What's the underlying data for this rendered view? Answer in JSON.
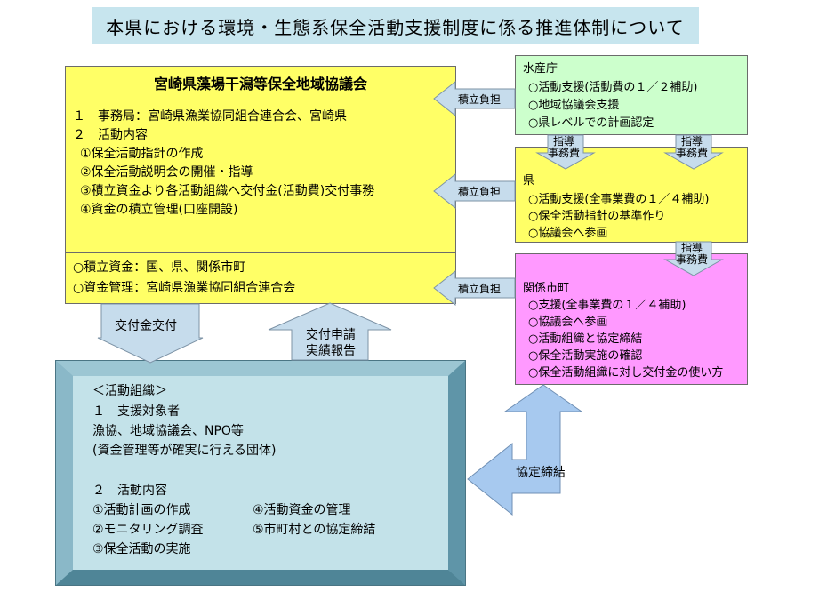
{
  "title": "本県における環境・生態系保全活動支援制度に係る推進体制について",
  "council": {
    "name": "宮崎県藻場干潟等保全地域協議会",
    "lines": [
      "１　事務局：宮崎県漁業協同組合連合会、宮崎県",
      "２　活動内容",
      "①保全活動指針の作成",
      "②保全活動説明会の開催・指導",
      "③積立資金より各活動組織へ交付金(活動費)交付事務",
      "④資金の積立管理(口座開設)"
    ],
    "fund_lines": [
      "○積立資金：国、県、関係市町",
      "○資金管理：宮崎県漁業協同組合連合会"
    ]
  },
  "fisheries_agency": {
    "name": "水産庁",
    "lines": [
      "○活動支援(活動費の１／２補助)",
      "○地域協議会支援",
      "○県レベルでの計画認定"
    ]
  },
  "prefecture": {
    "name": "県",
    "lines": [
      "○活動支援(全事業費の１／４補助)",
      "○保全活動指針の基準作り",
      "○協議会へ参画"
    ]
  },
  "municipality": {
    "name": "関係市町",
    "lines": [
      "○支援(全事業費の１／４補助)",
      "○協議会へ参画",
      "○活動組織と協定締結",
      "○保全活動実施の確認",
      "○保全活動組織に対し交付金の使い方"
    ]
  },
  "activity_org": {
    "lines": [
      "＜活動組織＞",
      "１　支援対象者",
      "漁協、地域協議会、NPO等",
      "(資金管理等が確実に行える団体)",
      "２　活動内容"
    ],
    "items_left": [
      "①活動計画の作成",
      "②モニタリング調査",
      "③保全活動の実施"
    ],
    "items_right": [
      "④活動資金の管理",
      "⑤市町村との協定締結"
    ]
  },
  "arrows": {
    "accumulate": "積立負担",
    "guidance_line1": "指導",
    "guidance_line2": "事務費",
    "grant": "交付金交付",
    "apply_line1": "交付申請",
    "apply_line2": "実績報告",
    "agreement": "協定締結"
  },
  "colors": {
    "council": "#ffff66",
    "agency": "#ccffcc",
    "municipality": "#ff99ff",
    "arrow_fill": "#c6dcec",
    "agreement_arrow": "#a7c9ef",
    "title_bg": "#c7e5ee"
  }
}
